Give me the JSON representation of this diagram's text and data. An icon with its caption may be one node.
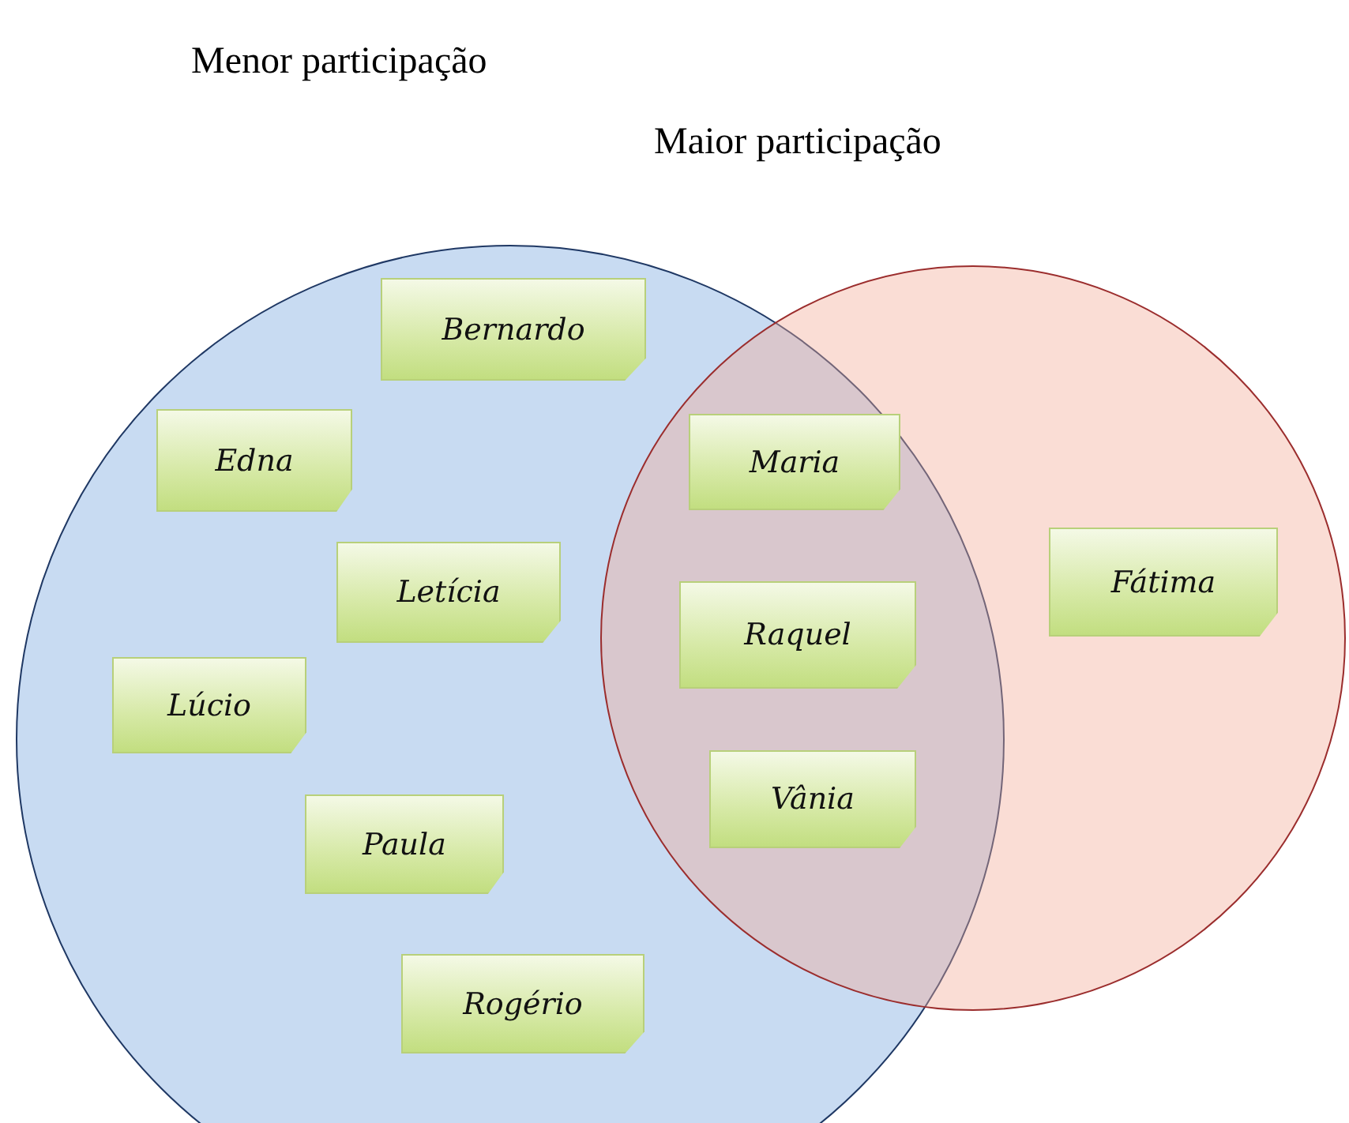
{
  "diagram": {
    "nodes": [
      {
        "text": [
          "Menor participação"
        ]
      },
      {
        "text": [
          "Bernardo"
        ],
        "in": 0
      },
      {
        "text": [
          "Edna"
        ],
        "in": 0
      },
      {
        "text": [
          "Letícia"
        ],
        "in": 0
      },
      {
        "text": [
          "Lúcio"
        ],
        "in": 0
      },
      {
        "text": [
          "Paula"
        ],
        "in": 0
      },
      {
        "text": [
          "Rogério"
        ],
        "in": 0
      },
      {
        "text": [
          "Maior participação"
        ]
      },
      {
        "text": [
          "Maria"
        ]
      },
      {
        "text": [
          "Raquel"
        ]
      },
      {
        "text": [
          "Vânia"
        ]
      },
      {
        "text": [
          "Fátima"
        ],
        "in": 7
      }
    ]
  }
}
